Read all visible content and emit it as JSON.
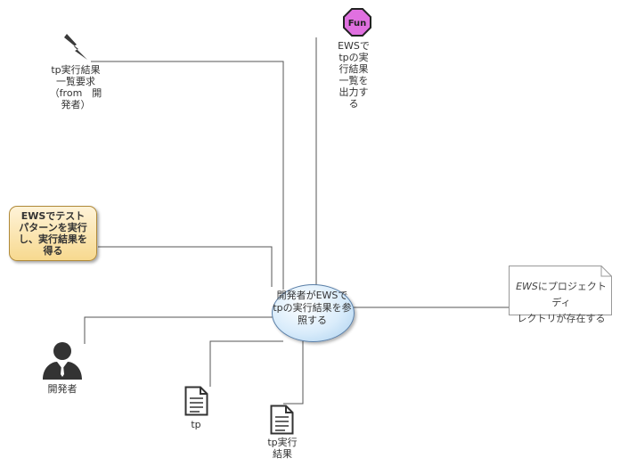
{
  "event": {
    "label": "tp実行結果\n一覧要求\n（from　開\n発者）"
  },
  "function": {
    "badge": "Fun",
    "label": "EWSで\ntpの実\n行結果\n一覧を\n出力す\nる"
  },
  "goal": {
    "label": "EWSでテスト\nパターンを実行\nし、実行結果を\n得る"
  },
  "usecase": {
    "label": "開発者がEWSで\ntpの実行結果を参\n照する"
  },
  "note": {
    "italic_part": "EWS",
    "rest_line1": "にプロジェクトディ",
    "line2": "レクトリが存在する"
  },
  "actor": {
    "label": "開発者"
  },
  "doc_tp": {
    "label": "tp"
  },
  "doc_result": {
    "label": "tp実行\n結果"
  },
  "colors": {
    "usecase_border": "#5a7fa8",
    "goal_fill": "#f7d98f",
    "fun_fill": "#e070e0"
  }
}
